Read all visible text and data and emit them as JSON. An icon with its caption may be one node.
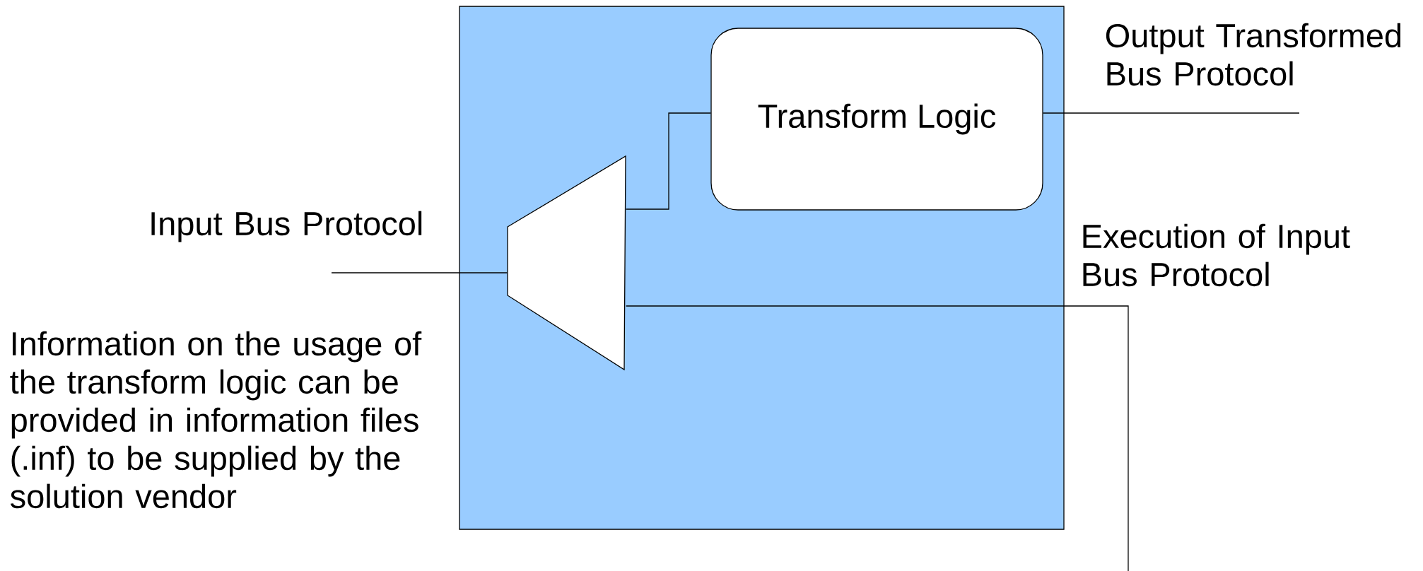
{
  "diagram": {
    "nodes": [
      {
        "text": [],
        "shape": "box"
      },
      {
        "text": [
          "Transform Logic"
        ],
        "in": 0
      },
      {
        "text": [],
        "shape": "trapezoid",
        "in": 0
      }
    ],
    "edges": [
      {
        "from": null,
        "to": 2,
        "arrow": "none",
        "label": "Input Bus Protocol"
      },
      {
        "from": 2,
        "to": 1,
        "arrow": "none"
      },
      {
        "from": 1,
        "to": null,
        "arrow": "none",
        "label": "Output Transformed Bus Protocol"
      },
      {
        "from": 2,
        "to": null,
        "arrow": "none",
        "label": "Execution of Input Bus Protocol"
      }
    ],
    "labels": [
      "Information on the usage of the transform logic can be provided in information files (.inf) to be supplied by the solution vendor"
    ]
  }
}
